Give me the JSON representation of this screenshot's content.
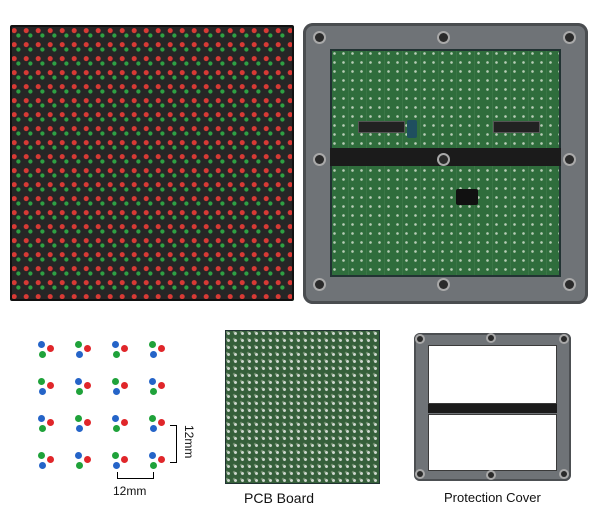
{
  "labels": {
    "pitch_horizontal": "12mm",
    "pitch_vertical": "12mm",
    "pcb_caption": "PCB Board",
    "cover_caption": "Protection Cover"
  },
  "colors": {
    "led_red": "#e0262a",
    "led_green": "#1fa23a",
    "led_blue": "#2564c8"
  }
}
